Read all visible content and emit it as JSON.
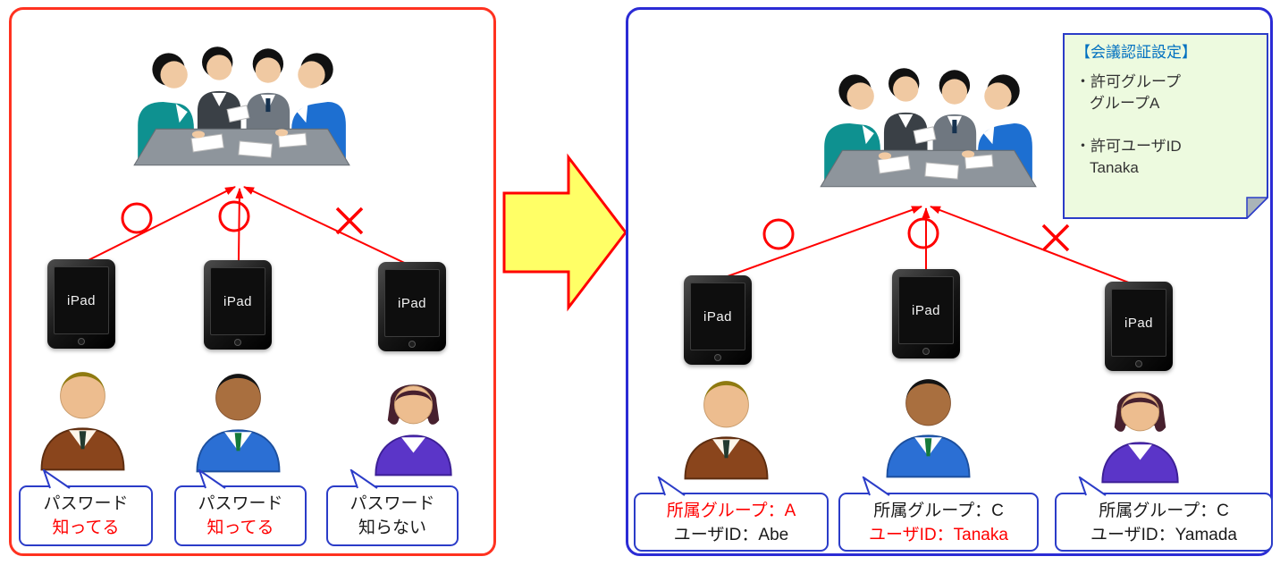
{
  "device_label": "iPad",
  "left_panel": {
    "connections": [
      "allow",
      "allow",
      "deny"
    ],
    "bubbles": [
      {
        "line1": "パスワード",
        "line2": "知ってる"
      },
      {
        "line1": "パスワード",
        "line2": "知ってる"
      },
      {
        "line1": "パスワード",
        "line2": "知らない"
      }
    ]
  },
  "right_panel": {
    "connections": [
      "allow",
      "allow",
      "deny"
    ],
    "note": {
      "title": "【会議認証設定】",
      "items": [
        {
          "label": "・許可グループ",
          "value": "グループA"
        },
        {
          "label": "・許可ユーザID",
          "value": "Tanaka"
        }
      ]
    },
    "labels": [
      {
        "line1": "所属グループ：A",
        "line2": "ユーザID：Abe"
      },
      {
        "line1": "所属グループ：C",
        "line2": "ユーザID：Tanaka"
      },
      {
        "line1": "所属グループ：C",
        "line2": "ユーザID：Yamada"
      }
    ]
  },
  "colors": {
    "left_panel_border": "#FF3220",
    "right_panel_border": "#2B2BD5",
    "connection_line": "#FF0000",
    "emphasis_text": "#FF0000",
    "bubble_border": "#2B3CC8",
    "note_background": "#EDFADF",
    "note_title_text": "#0070C0",
    "arrow_fill": "#FFFF66",
    "arrow_border": "#FF0000"
  }
}
